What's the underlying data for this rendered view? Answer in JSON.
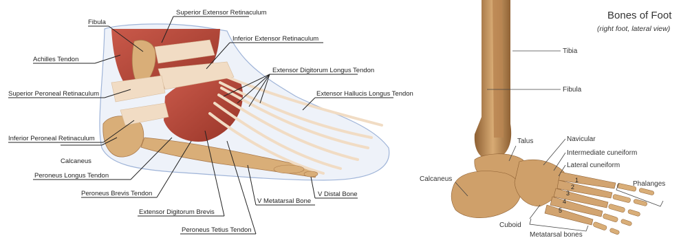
{
  "left_diagram": {
    "labels": {
      "superior_extensor_retinaculum": "Superior Extensor Retinaculum",
      "fibula": "Fibula",
      "inferior_extensor_retinaculum": "Inferior Extensor Retinaculum",
      "achilles_tendon": "Achilles Tendon",
      "extensor_digitorum_longus_tendon": "Extensor Digitorum Longus Tendon",
      "superior_peroneal_retinaculum": "Superior Peroneal Retinaculum",
      "extensor_hallucis_longus_tendon": "Extensor Hallucis Longus Tendon",
      "inferior_peroneal_retinaculum": "Inferior Peroneal Retinaculum",
      "calcaneus": "Calcaneus",
      "peroneus_longus_tendon": "Peroneus Longus Tendon",
      "peroneus_brevis_tendon": "Peroneus Brevis Tendon",
      "extensor_digitorum_brevis": "Extensor Digitorum Brevis",
      "v_metatarsal_bone": "V Metatarsal Bone",
      "v_distal_bone": "V Distal Bone",
      "peroneus_tetius_tendon": "Peroneus Tetius Tendon"
    }
  },
  "right_diagram": {
    "title": "Bones of Foot",
    "subtitle": "(right foot, lateral view)",
    "labels": {
      "tibia": "Tibia",
      "fibula": "Fibula",
      "talus": "Talus",
      "navicular": "Navicular",
      "intermediate_cuneiform": "Intermediate cuneiform",
      "lateral_cuneiform": "Lateral cuneiform",
      "calcaneus": "Calcaneus",
      "phalanges": "Phalanges",
      "cuboid": "Cuboid",
      "metatarsal_bones": "Metatarsal bones"
    },
    "metatarsal_numbers": [
      "1",
      "2",
      "3",
      "4",
      "5"
    ]
  },
  "colors": {
    "muscle": "#b5483a",
    "tendon": "#f1dcc4",
    "bone": "#c79a64",
    "skin_outline": "#9fb4d8"
  }
}
